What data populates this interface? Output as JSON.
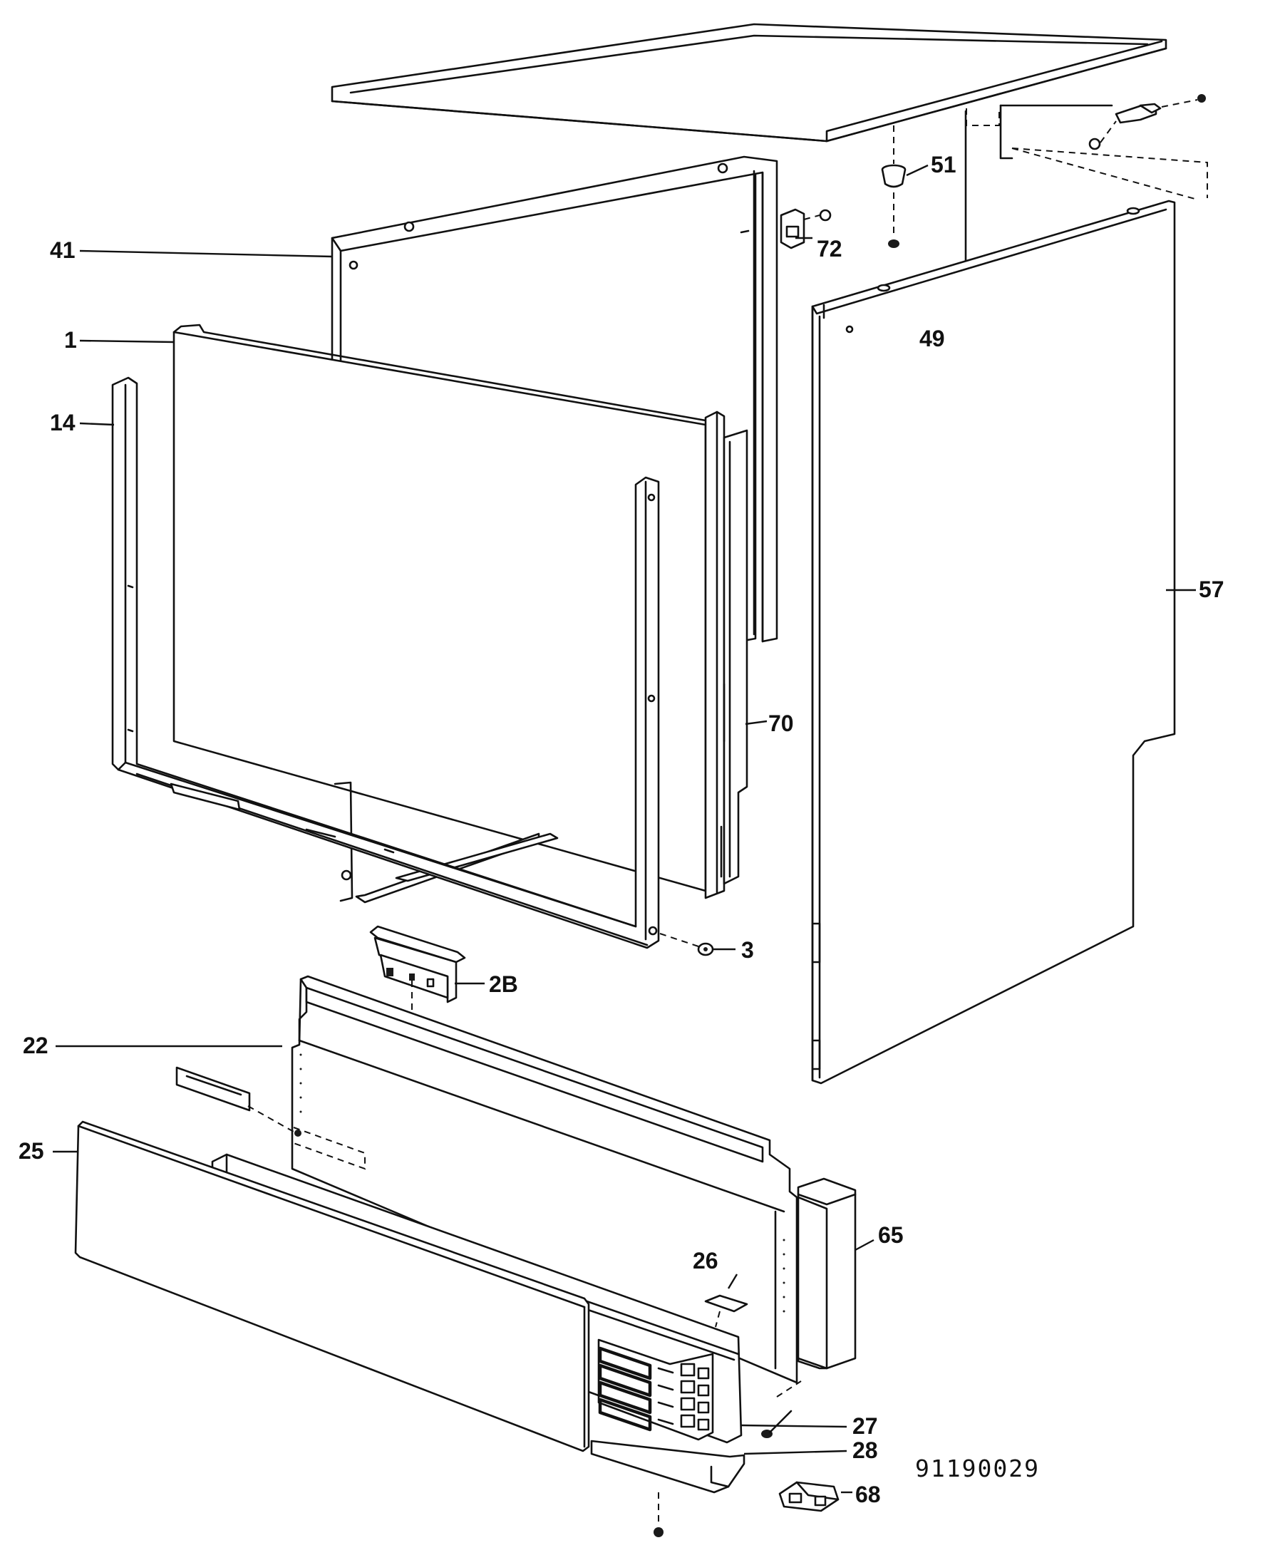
{
  "drawing_number": "91190029",
  "callouts": {
    "p51": "51",
    "p41": "41",
    "p72": "72",
    "p49": "49",
    "p1": "1",
    "p14": "14",
    "p57": "57",
    "p70": "70",
    "p3": "3",
    "p2B": "2B",
    "p22": "22",
    "p25": "25",
    "p65": "65",
    "p26": "26",
    "p27": "27",
    "p28": "28",
    "p68": "68"
  }
}
